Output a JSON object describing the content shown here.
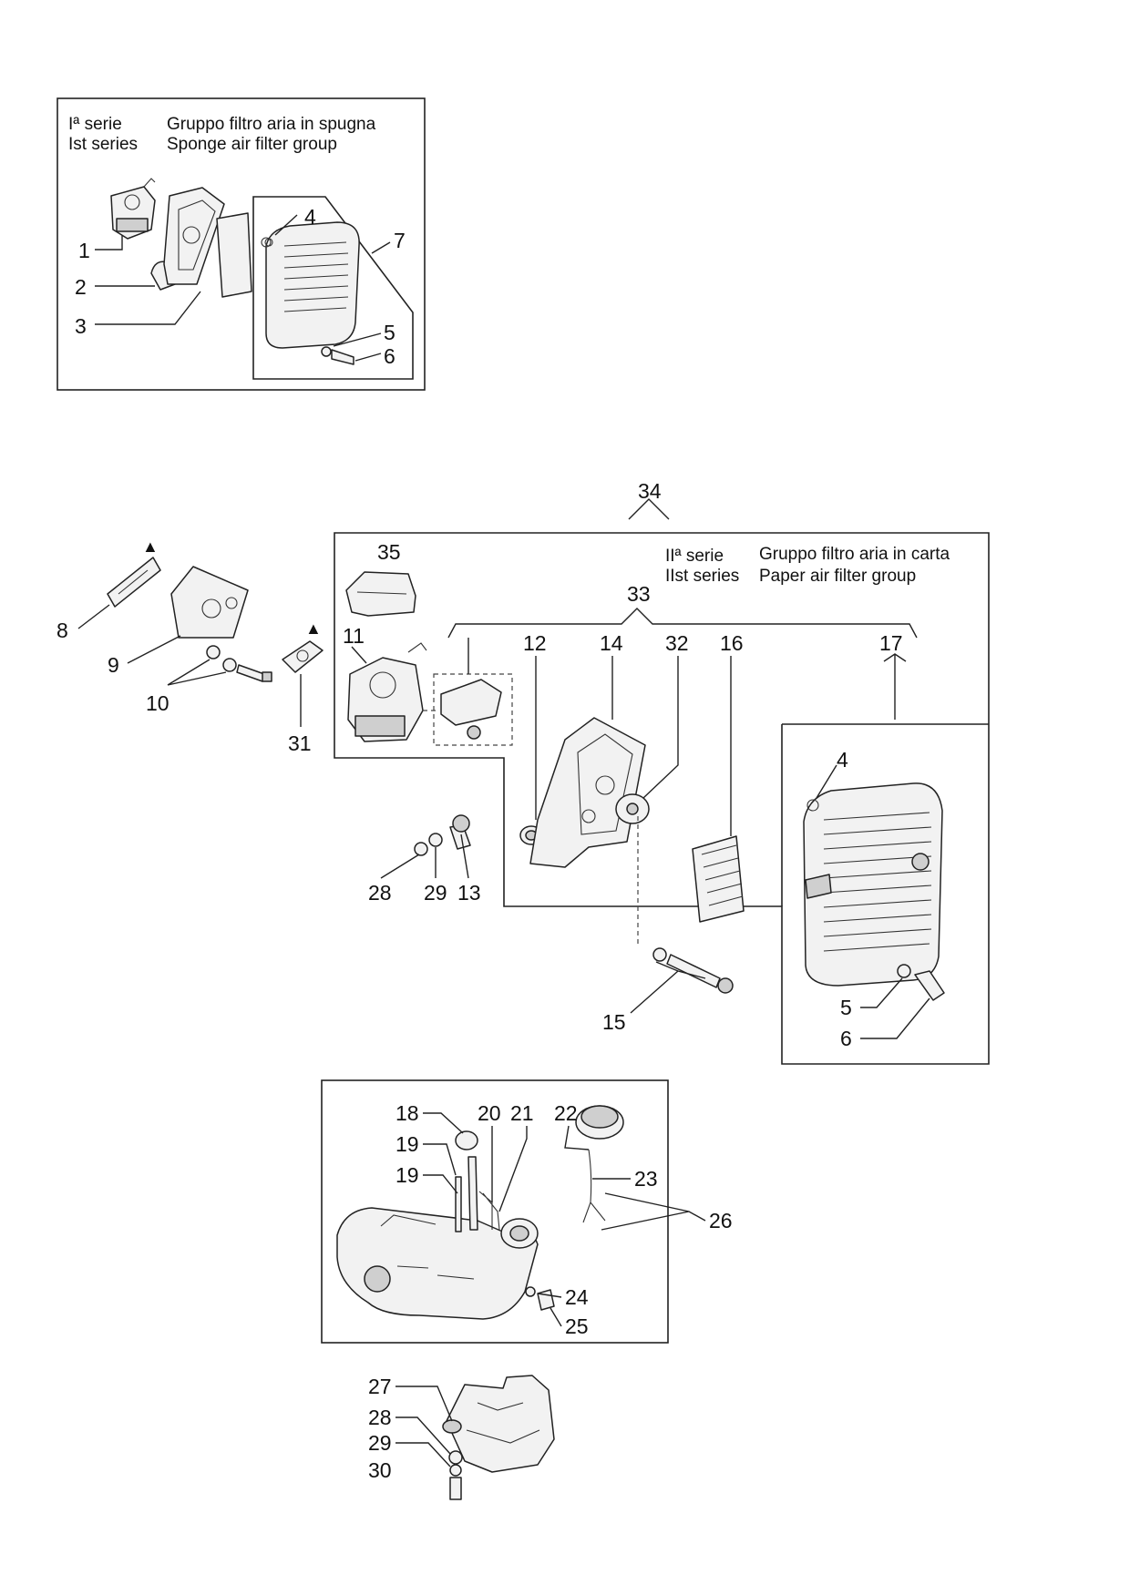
{
  "groups": {
    "sponge": {
      "series_it": "Iª serie",
      "series_en": "Ist series",
      "title_it": "Gruppo filtro aria in spugna",
      "title_en": "Sponge air filter group"
    },
    "paper": {
      "series_it": "IIª serie",
      "series_en": "IIst series",
      "title_it": "Gruppo filtro aria in carta",
      "title_en": "Paper air filter group"
    }
  },
  "callouts": {
    "c1": "1",
    "c2": "2",
    "c3": "3",
    "c4a": "4",
    "c5a": "5",
    "c6a": "6",
    "c7": "7",
    "c8": "8",
    "c9": "9",
    "c10": "10",
    "c11": "11",
    "c12": "12",
    "c13": "13",
    "c14": "14",
    "c15": "15",
    "c16": "16",
    "c17": "17",
    "c4b": "4",
    "c5b": "5",
    "c6b": "6",
    "c18": "18",
    "c19a": "19",
    "c19b": "19",
    "c20": "20",
    "c21": "21",
    "c22": "22",
    "c23": "23",
    "c24": "24",
    "c25": "25",
    "c26": "26",
    "c27": "27",
    "c28a": "28",
    "c29a": "29",
    "c30": "30",
    "c28b": "28",
    "c29b": "29",
    "c31": "31",
    "c32": "32",
    "c33": "33",
    "c34": "34",
    "c35": "35"
  },
  "markers": {
    "triangle": "▲"
  }
}
